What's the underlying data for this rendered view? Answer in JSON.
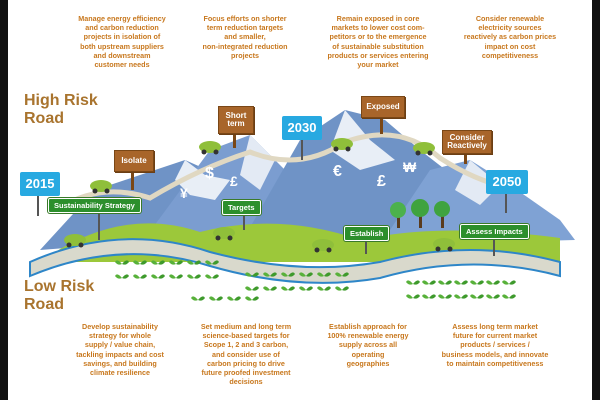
{
  "upper_notes": [
    "Manage energy efficiency\nand carbon reduction\nprojects in isolation of\nboth upstream suppliers\nand downstream\ncustomer needs",
    "Focus efforts on shorter\nterm reduction targets\nand smaller,\nnon-integrated reduction\nprojects",
    "Remain exposed in core\nmarkets to lower cost com-\npetitors or to the emergence\nof sustainable substitution\nproducts or services entering\nyour market",
    "Consider renewable\nelectricity sources\nreactively as carbon prices\nimpact on cost\ncompetitiveness"
  ],
  "lower_notes": [
    "Develop sustainability\nstrategy for whole\nsupply / value chain,\ntackling impacts and cost\nsavings, and building\nclimate resilience",
    "Set medium and long term\nscience-based targets for\nScope 1, 2 and 3 carbon,\nand consider use of\ncarbon pricing to drive\nfuture proofed investment\ndecisions",
    "Establish approach for\n100% renewable energy\nsupply across all\noperating\ngeographies",
    "Assess long term market\nfuture for current market\nproducts / services /\nbusiness models, and innovate\nto maintain competitiveness"
  ],
  "high_road": "High Risk\nRoad",
  "low_road": "Low Risk\nRoad",
  "years": [
    "2015",
    "2030",
    "2050"
  ],
  "signs": [
    "Isolate",
    "Short\nterm",
    "Exposed",
    "Consider\nReactively"
  ],
  "low_tags": [
    "Sustainability Strategy",
    "Targets",
    "Establish",
    "Assess Impacts"
  ],
  "colors": {
    "note_text": "#c8781e",
    "road_title": "#a9742e",
    "year_box": "#27a9e1",
    "sign": "#a8652a",
    "tag": "#2c8f2c",
    "mountain": "#6f93c6",
    "snow": "#e8eef6",
    "road": "#d9d9cc",
    "road_edge": "#2e86c8",
    "grass": "#9cc83a",
    "car": "#8fbf3a"
  }
}
